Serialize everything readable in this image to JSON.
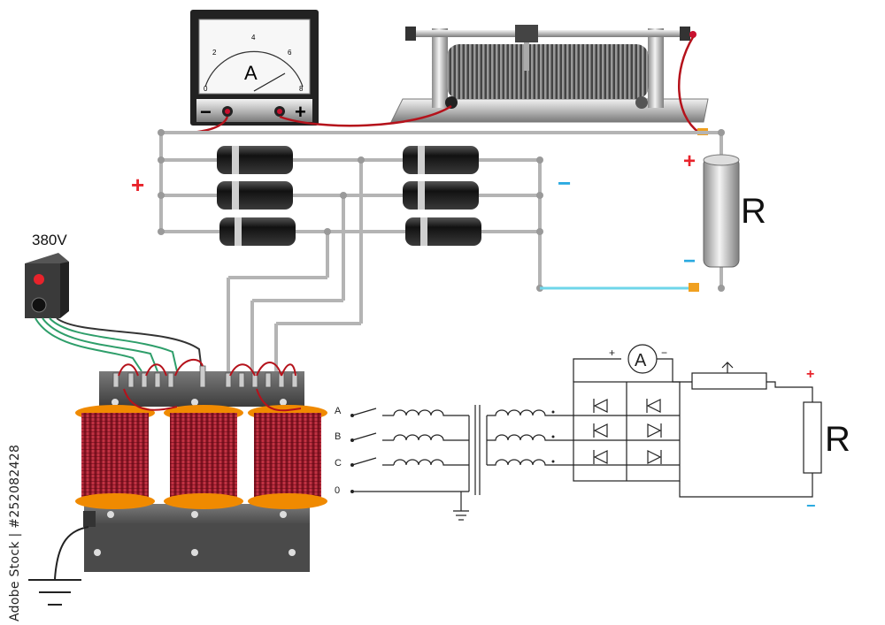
{
  "ammeter": {
    "scale": [
      "0",
      "2",
      "4",
      "6",
      "8"
    ],
    "unit": "A",
    "minus": "−",
    "plus": "+"
  },
  "polarity": {
    "plus": "+",
    "minus": "−"
  },
  "load": {
    "label": "R"
  },
  "switchbox": {
    "voltage": "380V"
  },
  "schematic": {
    "phases": [
      "A",
      "B",
      "C",
      "0"
    ],
    "ammeter": "A",
    "load": "R",
    "plus": "+",
    "minus": "−",
    "meter_plus": "+",
    "meter_minus": "−"
  },
  "watermark": {
    "credit": "Adobe Stock | #252082428"
  },
  "colors": {
    "positive": "#e8232b",
    "negative": "#29a9e0",
    "wire_red": "#b5121b",
    "copper": "#a8122a"
  }
}
